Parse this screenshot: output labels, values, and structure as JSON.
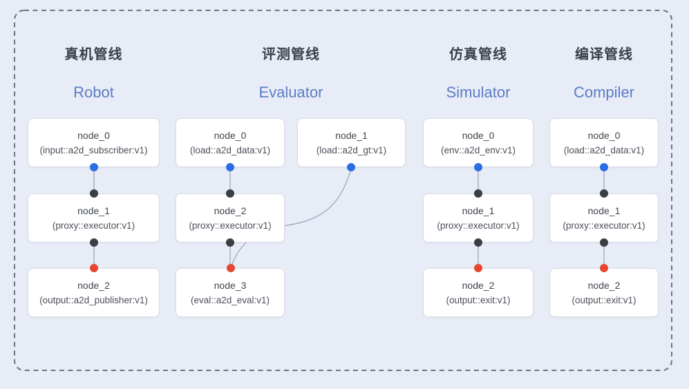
{
  "diagram": {
    "colors": {
      "background": "#e8ecf7",
      "frame_dash": "#6d737e",
      "edge": "#99a3b5",
      "node_border": "#d9dce4",
      "node_bg": "#ffffff",
      "title_cn": "#3a3f48",
      "title_en": "#5b7cc5",
      "port_output_blue": "#2b6de4",
      "port_input_black": "#3a3f45",
      "port_final_red": "#e8472f"
    },
    "pipelines": [
      {
        "title_cn": "真机管线",
        "title_en": "Robot",
        "nodes": [
          {
            "name": "node_0",
            "impl": "(input::a2d_subscriber:v1)"
          },
          {
            "name": "node_1",
            "impl": "(proxy::executor:v1)"
          },
          {
            "name": "node_2",
            "impl": "(output::a2d_publisher:v1)"
          }
        ],
        "edges": [
          "node_0->node_1",
          "node_1->node_2"
        ]
      },
      {
        "title_cn": "评测管线",
        "title_en": "Evaluator",
        "nodes": [
          {
            "name": "node_0",
            "impl": "(load::a2d_data:v1)"
          },
          {
            "name": "node_1",
            "impl": "(load::a2d_gt:v1)"
          },
          {
            "name": "node_2",
            "impl": "(proxy::executor:v1)"
          },
          {
            "name": "node_3",
            "impl": "(eval::a2d_eval:v1)"
          }
        ],
        "edges": [
          "node_0->node_2",
          "node_2->node_3",
          "node_1->node_3"
        ]
      },
      {
        "title_cn": "仿真管线",
        "title_en": "Simulator",
        "nodes": [
          {
            "name": "node_0",
            "impl": "(env::a2d_env:v1)"
          },
          {
            "name": "node_1",
            "impl": "(proxy::executor:v1)"
          },
          {
            "name": "node_2",
            "impl": "(output::exit:v1)"
          }
        ],
        "edges": [
          "node_0->node_1",
          "node_1->node_2"
        ]
      },
      {
        "title_cn": "编译管线",
        "title_en": "Compiler",
        "nodes": [
          {
            "name": "node_0",
            "impl": "(load::a2d_data:v1)"
          },
          {
            "name": "node_1",
            "impl": "(proxy::executor:v1)"
          },
          {
            "name": "node_2",
            "impl": "(output::exit:v1)"
          }
        ],
        "edges": [
          "node_0->node_1",
          "node_1->node_2"
        ]
      }
    ]
  }
}
